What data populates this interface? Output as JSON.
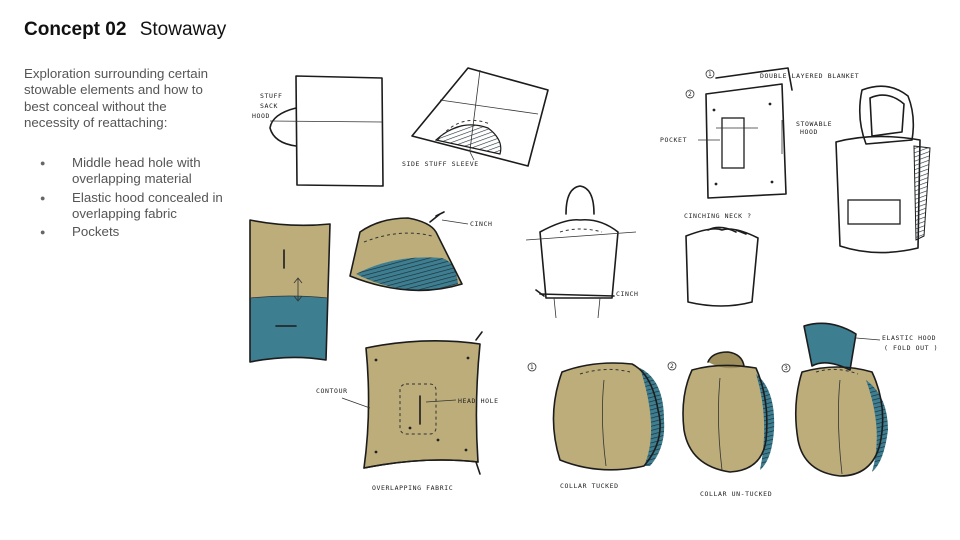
{
  "title": {
    "concept": "Concept 02",
    "name": "Stowaway"
  },
  "intro": "Exploration surrounding certain stowable elements and how to best conceal without the necessity of reattaching:",
  "bullets": [
    "Middle head hole with overlapping material",
    "Elastic hood concealed in overlapping fabric",
    "Pockets"
  ],
  "sketch_labels": {
    "stuff_sack_hood": [
      "STUFF",
      "SACK",
      "HOOD"
    ],
    "side_stuff_sleeve": "SIDE STUFF SLEEVE",
    "double_layered_blanket": "DOUBLE LAYERED BLANKET",
    "pocket": "POCKET",
    "stowable_hood": [
      "STOWABLE",
      "HOOD"
    ],
    "cinch": "CINCH",
    "cinch_2": "CINCH",
    "cinching_neck": "CINCHING NECK ?",
    "contour": "CONTOUR",
    "head_hole": "HEAD HOLE",
    "overlapping_fabric": "OVERLAPPING FABRIC",
    "collar_tucked": "COLLAR TUCKED",
    "collar_untucked": "COLLAR UN-TUCKED",
    "elastic_hood": [
      "ELASTIC HOOD",
      "( FOLD OUT )"
    ],
    "step_1": "1",
    "step_2": "2",
    "step_3": "3",
    "callout_1": "1",
    "callout_2": "2"
  },
  "colors": {
    "khaki": "#bcad7a",
    "khaki_dark": "#9e8f5c",
    "teal": "#3d7e91",
    "teal_dark": "#2c6070",
    "ink": "#1c1c1c"
  }
}
